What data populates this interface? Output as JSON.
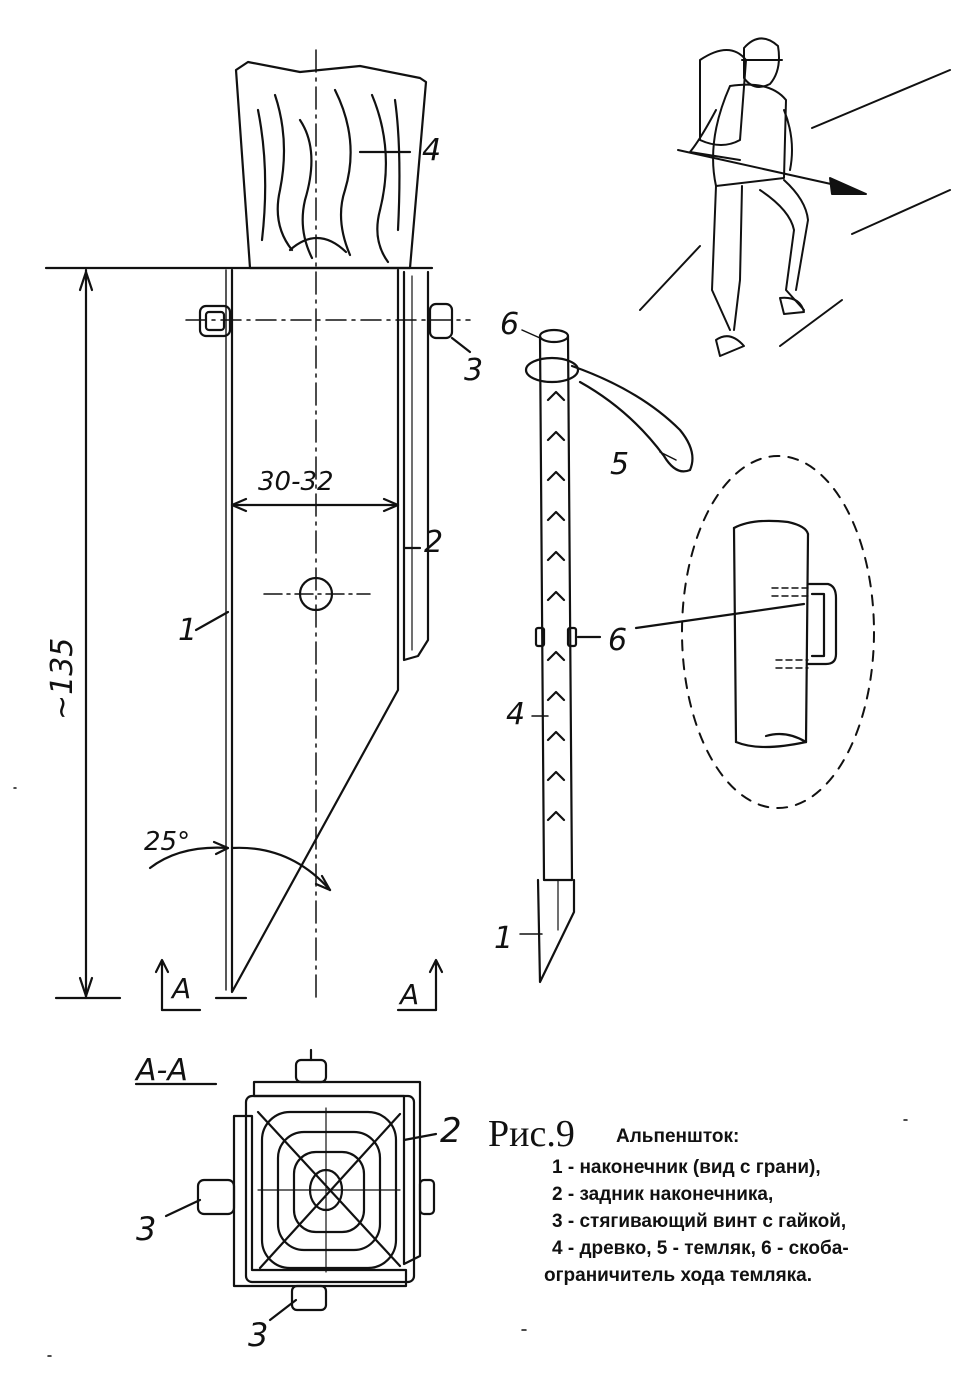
{
  "drawing": {
    "part_labels": {
      "tip": "1",
      "back_plate": "2",
      "bolt": "3",
      "shaft": "4",
      "strap": "5",
      "stop_bracket": "6"
    },
    "dimension_width": "30-32",
    "dimension_length": "~135",
    "angle": "25°",
    "section_mark": "A",
    "section_title": "А-А"
  },
  "caption": {
    "figure": "Рис.9",
    "title": "Альпеншток:",
    "legend": [
      "1 - наконечник (вид с грани),",
      "2 - задник наконечника,",
      "3 - стягивающий винт с гайкой,",
      "4 - древко, 5 - темляк, 6 - скоба-",
      "ограничитель хода темляка."
    ]
  }
}
